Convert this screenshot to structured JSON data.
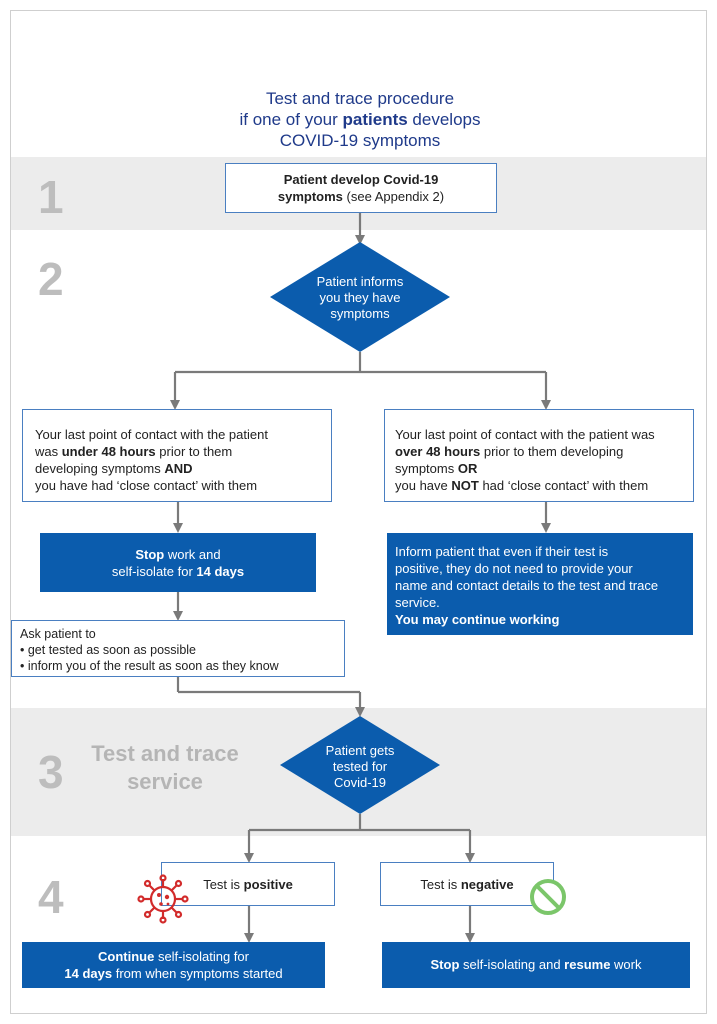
{
  "title": {
    "line1": "Test and trace procedure",
    "line2_pre": "if one of your ",
    "line2_bold": "patients",
    "line2_post": " develops",
    "line3": "COVID-19 symptoms"
  },
  "steps": {
    "s1": "1",
    "s2": "2",
    "s3": "3",
    "s4": "4",
    "s3_label": "Test and trace service"
  },
  "step1_box": {
    "bold1": "Patient develop Covid-19",
    "bold2": "symptoms",
    "rest": "  (see Appendix 2)"
  },
  "diamond1": {
    "line1": "Patient informs",
    "line2": "you they have",
    "line3": "symptoms"
  },
  "left_condition": {
    "t1": "Your last point of contact with the patient",
    "t2_pre": "was ",
    "t2_bold": "under 48 hours",
    "t2_post": " prior to them",
    "t3": "developing symptoms ",
    "t3_bold": "AND",
    "t4": "you have had ‘close contact’ with them"
  },
  "right_condition": {
    "t1": "Your last point of contact with the patient was",
    "t2_bold": "over 48 hours",
    "t2_post": " prior to them developing",
    "t3": "symptoms ",
    "t3_bold": "OR",
    "t4_pre": "you have ",
    "t4_bold": "NOT",
    "t4_post": " had ‘close contact’ with them"
  },
  "stop_box": {
    "bold1": "Stop",
    "t1": " work and",
    "t2": "self-isolate for ",
    "bold2": "14 days"
  },
  "inform_box": {
    "t1": "Inform patient that even if their test is",
    "t2": "positive, they do not need to provide your",
    "t3": "name and contact details to the test and trace",
    "t4": "service.",
    "bold": "You may continue working"
  },
  "ask_box": {
    "t1": "Ask patient to",
    "b1": "• get tested as soon as possible",
    "b2": "• inform you of the result as soon as they know"
  },
  "diamond2": {
    "line1": "Patient gets",
    "line2": "tested for",
    "line3": "Covid-19"
  },
  "positive_box": {
    "pre": "Test is ",
    "bold": "positive"
  },
  "negative_box": {
    "pre": "Test is ",
    "bold": "negative"
  },
  "continue_box": {
    "bold1": "Continue",
    "t1": " self-isolating for",
    "bold2": "14 days",
    "t2": " from when symptoms started"
  },
  "resume_box": {
    "bold1": "Stop",
    "t1": " self-isolating and ",
    "bold2": "resume",
    "t2": " work"
  },
  "colors": {
    "brand_blue": "#0b5cad",
    "title_blue": "#1f3a8a",
    "virus_red": "#d22b2b",
    "no_green": "#7bc66a"
  },
  "icons": [
    "virus-icon",
    "no-entry-icon"
  ]
}
